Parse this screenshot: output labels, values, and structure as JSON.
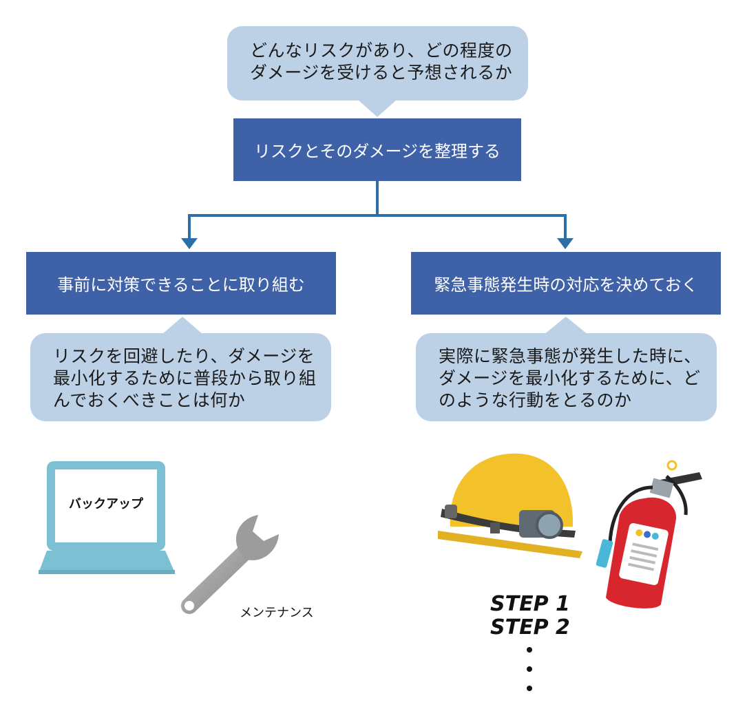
{
  "top_bubble": {
    "line1": "どんなリスクがあり、どの程度の",
    "line2": "ダメージを受けると予想されるか"
  },
  "center_box": {
    "label": "リスクとそのダメージを整理する"
  },
  "left_box": {
    "label": "事前に対策できることに取り組む"
  },
  "right_box": {
    "label": "緊急事態発生時の対応を決めておく"
  },
  "left_bubble": {
    "line1": "リスクを回避したり、ダメージを",
    "line2": "最小化するために普段から取り組",
    "line3": "んでおくべきことは何か"
  },
  "right_bubble": {
    "line1": "実際に緊急事態が発生した時に、",
    "line2": "ダメージを最小化するために、ど",
    "line3": "のような行動をとるのか"
  },
  "laptop": {
    "screen_text": "バックアップ"
  },
  "wrench": {
    "label": "メンテナンス"
  },
  "steps": {
    "step1": "STEP 1",
    "step2": "STEP 2"
  },
  "colors": {
    "box": "#3f61a8",
    "bubble": "#bcd1e6",
    "arrow": "#2c6fa8",
    "helmet": "#f3c22b",
    "extinguisher": "#d8262f"
  },
  "icons": [
    "laptop-icon",
    "wrench-icon",
    "helmet-icon",
    "fire-extinguisher-icon"
  ]
}
